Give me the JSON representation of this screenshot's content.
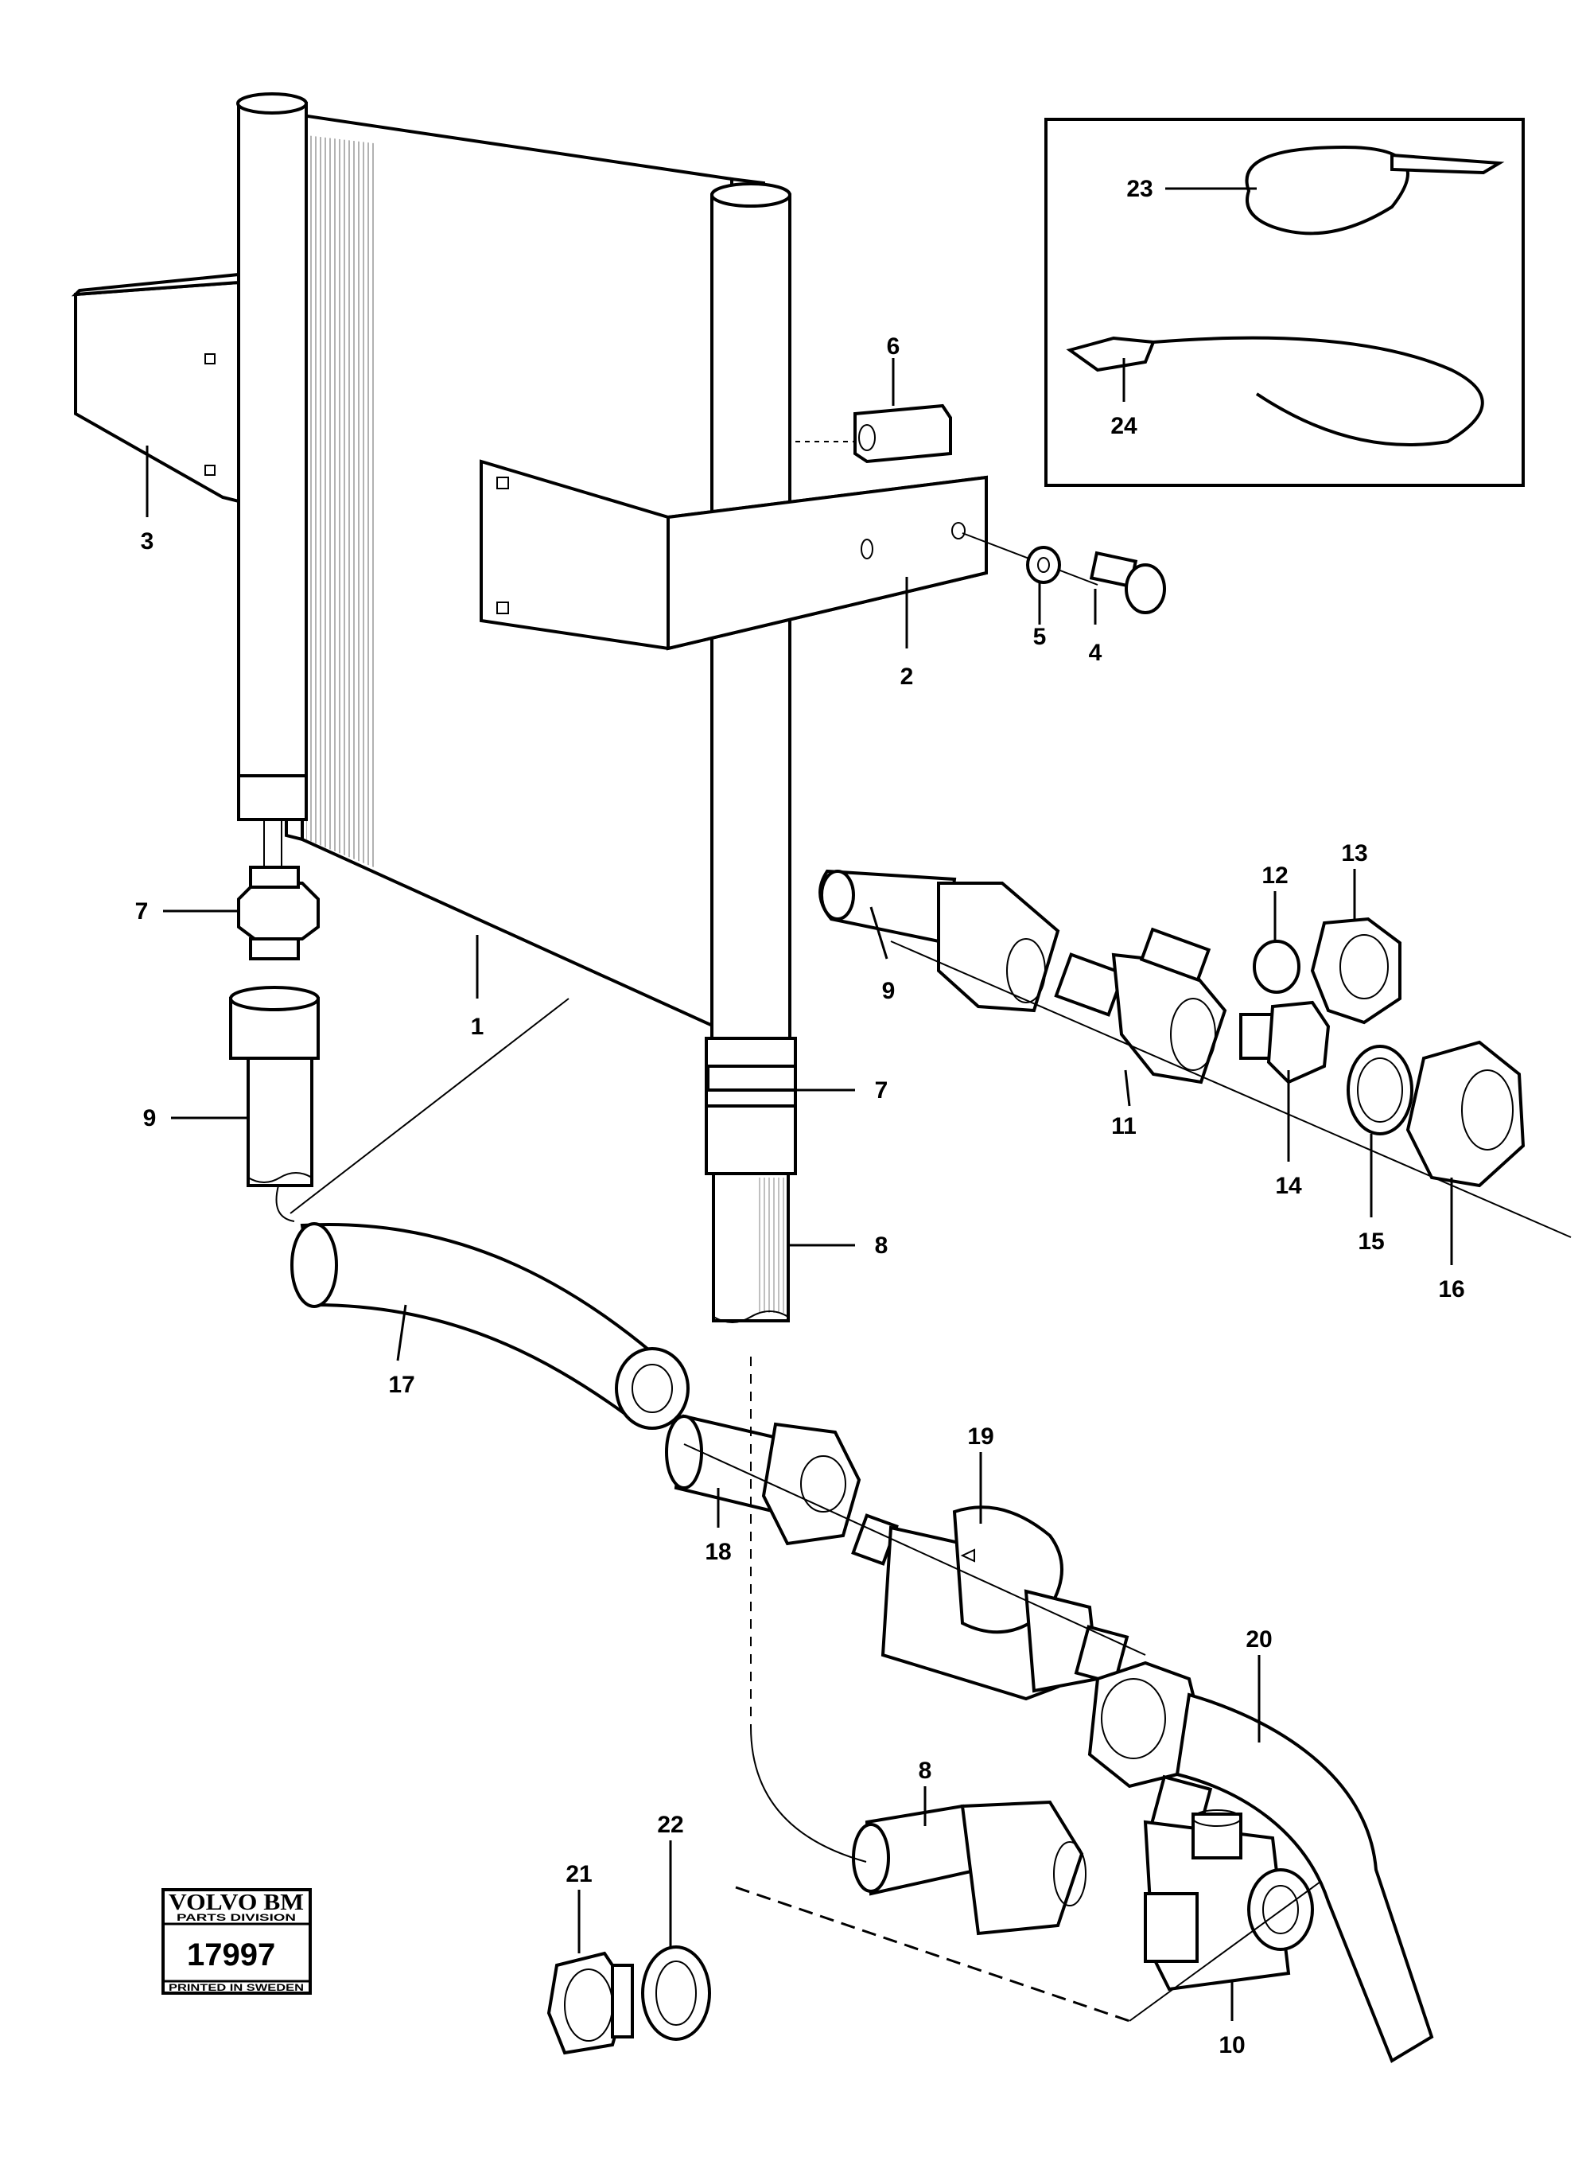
{
  "callouts": [
    {
      "id": "c1",
      "text": "1"
    },
    {
      "id": "c2",
      "text": "2"
    },
    {
      "id": "c3",
      "text": "3"
    },
    {
      "id": "c4",
      "text": "4"
    },
    {
      "id": "c5",
      "text": "5"
    },
    {
      "id": "c6",
      "text": "6"
    },
    {
      "id": "c7a",
      "text": "7"
    },
    {
      "id": "c7b",
      "text": "7"
    },
    {
      "id": "c8a",
      "text": "8"
    },
    {
      "id": "c8b",
      "text": "8"
    },
    {
      "id": "c9a",
      "text": "9"
    },
    {
      "id": "c9b",
      "text": "9"
    },
    {
      "id": "c10",
      "text": "10"
    },
    {
      "id": "c11",
      "text": "11"
    },
    {
      "id": "c12",
      "text": "12"
    },
    {
      "id": "c13",
      "text": "13"
    },
    {
      "id": "c14",
      "text": "14"
    },
    {
      "id": "c15",
      "text": "15"
    },
    {
      "id": "c16",
      "text": "16"
    },
    {
      "id": "c17",
      "text": "17"
    },
    {
      "id": "c18",
      "text": "18"
    },
    {
      "id": "c19",
      "text": "19"
    },
    {
      "id": "c20",
      "text": "20"
    },
    {
      "id": "c21",
      "text": "21"
    },
    {
      "id": "c22",
      "text": "22"
    },
    {
      "id": "c23",
      "text": "23"
    },
    {
      "id": "c24",
      "text": "24"
    }
  ],
  "stamp": {
    "brand": "VOLVO BM",
    "division": "PARTS DIVISION",
    "number": "17997",
    "printed": "PRINTED IN SWEDEN"
  }
}
